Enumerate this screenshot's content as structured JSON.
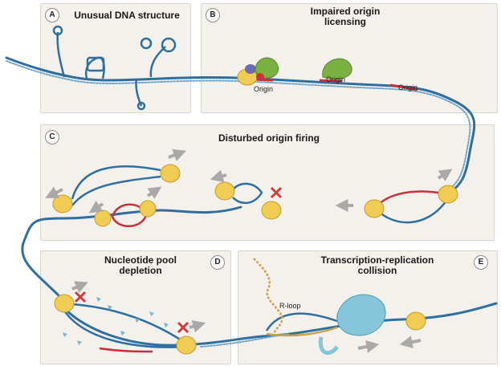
{
  "panels": {
    "a": {
      "letter": "A",
      "title": "Unusual DNA structure"
    },
    "b": {
      "letter": "B",
      "title_line1": "Impaired origin",
      "title_line2": "licensing"
    },
    "c": {
      "letter": "C",
      "title": "Disturbed origin firing"
    },
    "d": {
      "letter": "D",
      "title_line1": "Nucleotide pool",
      "title_line2": "depletion"
    },
    "e": {
      "letter": "E",
      "title_line1": "Transcription-replication",
      "title_line2": "collision"
    }
  },
  "labels": {
    "origin_1": "Origin",
    "origin_2": "Origin",
    "origin_3": "Origin",
    "r_loop": "R-loop"
  },
  "colors": {
    "panel_bg": "#f4f1ec",
    "dna_strand": "#2f6f9f",
    "origin_red": "#c8313a",
    "helicase_yellow": "#f0cc55",
    "orc_green": "#7bb043",
    "polymerase_blue": "#86c6d8",
    "rna_gold": "#c9a24a",
    "stop_mark": "#d23a3a",
    "arrow_gray": "#a9a9a9"
  },
  "icons": {
    "helicase": "yellow-replicative-helicase",
    "stop": "red-x-mark",
    "direction": "gray-fork-direction-arrow"
  }
}
